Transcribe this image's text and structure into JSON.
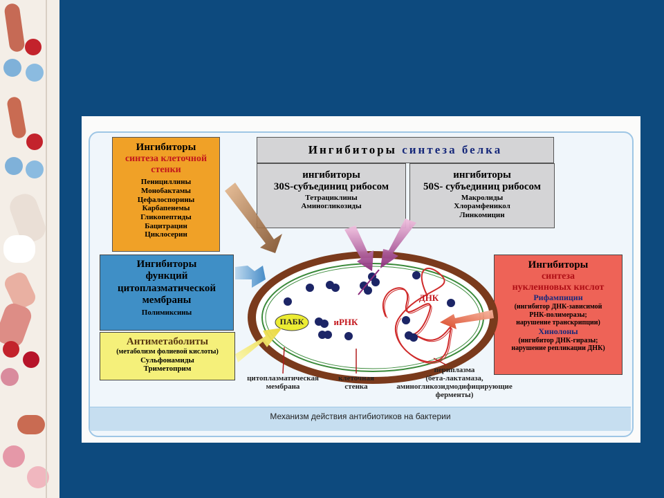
{
  "diagram": {
    "protein_synthesis": {
      "title_part1": "Ингибиторы",
      "title_part2": "синтеза белка",
      "sub30": {
        "title1": "ингибиторы",
        "title2": "30S-субъединиц рибосом",
        "items": [
          "Тетрациклины",
          "Аминогликозиды"
        ]
      },
      "sub50": {
        "title1": "ингибиторы",
        "title2": "50S- субъединиц рибосом",
        "items": [
          "Макролиды",
          "Хлорамфеникол",
          "Линкомицин"
        ]
      }
    },
    "cell_wall": {
      "title1": "Ингибиторы",
      "title2": "синтеза клеточной",
      "title3": "стенки",
      "items": [
        "Пенициллины",
        "Монобактамы",
        "Цефалоспорины",
        "Карбапенемы",
        "Гликопептиды",
        "Бацитрацин",
        "Циклосерин"
      ]
    },
    "membrane": {
      "title1": "Ингибиторы",
      "title2": "функций",
      "title3": "цитоплазматической",
      "title4": "мембраны",
      "items": [
        "Полимиксины"
      ]
    },
    "antimetabolites": {
      "title": "Антиметаболиты",
      "subtitle": "(метаболизм фолиевой кислоты)",
      "items": [
        "Сульфонамиды",
        "Триметоприм"
      ]
    },
    "nucleic": {
      "title1": "Ингибиторы",
      "title2": "синтеза",
      "title3": "нуклеиновых кислот",
      "rif": "Рифампицин",
      "rif_note": [
        "(ингибитор ДНК-зависимой",
        "РНК-полимеразы;",
        "нарушение транскрипции)"
      ],
      "quin": "Хинолоны",
      "quin_note": [
        "(ингибитор ДНК-гиразы;",
        "нарушение репликации ДНК)"
      ]
    },
    "cell_labels": {
      "pabk": "ПАБК",
      "mrna": "иРНК",
      "dna": "ДНК"
    },
    "bottom_labels": {
      "membrane": [
        "цитоплазматическая",
        "мембрана"
      ],
      "wall": [
        "клеточная",
        "стенка"
      ],
      "periplasm": [
        "периплазма",
        "(бета-лактамаза,",
        "аминогликозидмодифицирующие",
        "ферменты)"
      ]
    },
    "caption": "Механизм действия антибиотиков на бактерии"
  },
  "colors": {
    "background": "#0d4a7e",
    "orange_box": "#f0a127",
    "blue_box": "#3f8fc6",
    "yellow_box": "#f5f07a",
    "red_box": "#ee6357",
    "grey_box": "#d2d2d4",
    "cell_wall": "#7a3a1c"
  }
}
